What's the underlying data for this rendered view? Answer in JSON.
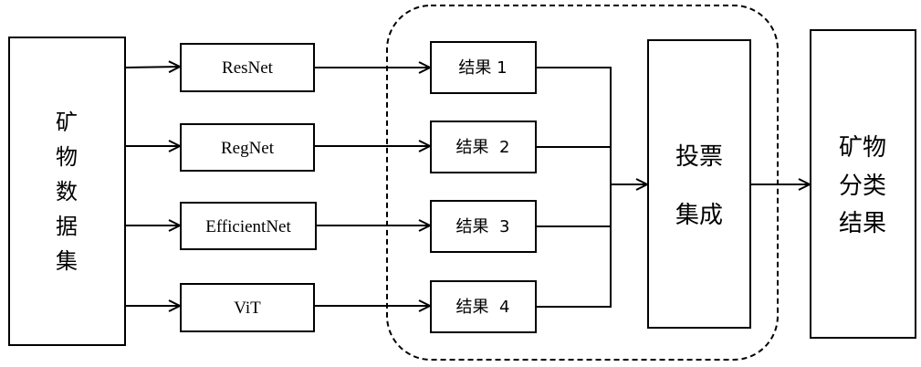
{
  "dataset": {
    "label_chars": [
      "矿",
      "物",
      "数",
      "据",
      "集"
    ]
  },
  "models": [
    {
      "label": "ResNet"
    },
    {
      "label": "RegNet"
    },
    {
      "label": "EfficientNet"
    },
    {
      "label": "ViT"
    }
  ],
  "results": [
    {
      "label": "结果 1"
    },
    {
      "label": "结果  2"
    },
    {
      "label": "结果  3"
    },
    {
      "label": "结果  4"
    }
  ],
  "voting": {
    "line1": "投票",
    "line2": "集成"
  },
  "output": {
    "lines": [
      "矿物",
      "分类",
      "结果"
    ]
  }
}
